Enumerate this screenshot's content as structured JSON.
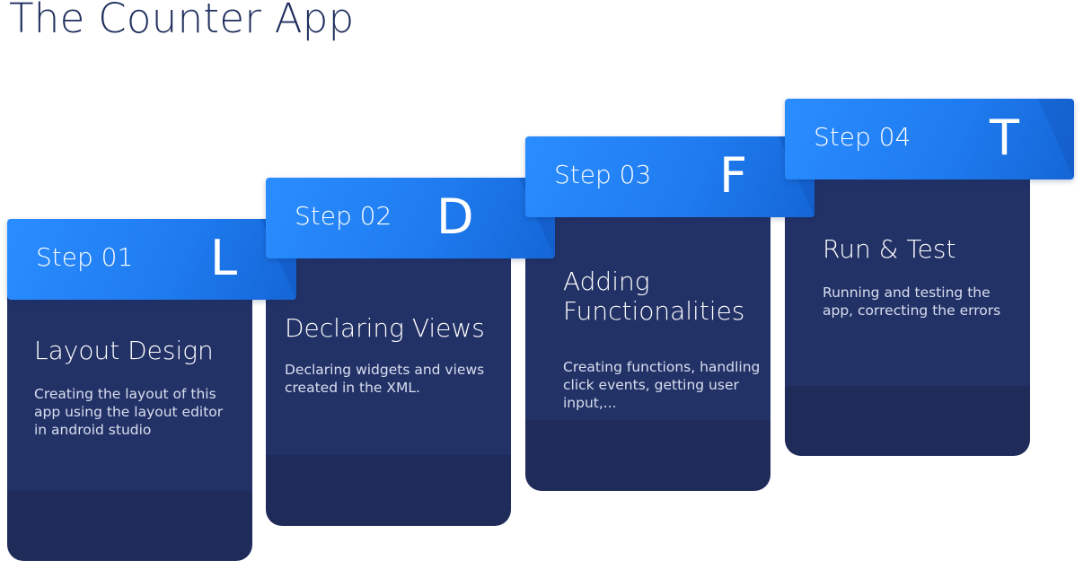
{
  "page": {
    "title": "The Counter App"
  },
  "colors": {
    "title_text": "#1e2d5c",
    "card_dark": "#1f2c5a",
    "card_upper": "#233266",
    "header_blue": "#1f7cf0",
    "text_white": "#ffffff"
  },
  "steps": [
    {
      "label": "Step 01",
      "letter": "L",
      "title": "Layout Design",
      "description": "Creating the layout of this app using the layout editor in android studio"
    },
    {
      "label": "Step 02",
      "letter": "D",
      "title": "Declaring Views",
      "description": "Declaring widgets and views created in the XML."
    },
    {
      "label": "Step 03",
      "letter": "F",
      "title_line1": "Adding",
      "title_line2": "Functionalities",
      "description": "Creating functions, handling click events, getting user input,..."
    },
    {
      "label": "Step 04",
      "letter": "T",
      "title": "Run & Test",
      "description": "Running and testing the app, correcting the errors"
    }
  ]
}
